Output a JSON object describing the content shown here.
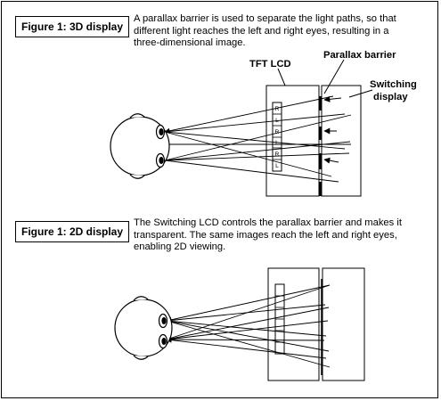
{
  "figure_3d": {
    "title": "Figure 1: 3D display",
    "caption_lines": [
      "A parallax barrier is used to separate the light paths, so that",
      "different light reaches the left and right eyes, resulting in a",
      "three-dimensional image."
    ],
    "label_tft": "TFT LCD",
    "label_barrier": "Parallax barrier",
    "label_switching_1": "Switching",
    "label_switching_2": "display",
    "pixel_labels": [
      "R",
      "L",
      "R",
      "L",
      "R",
      "L"
    ]
  },
  "figure_2d": {
    "title": "Figure 1: 2D display",
    "caption_lines": [
      "The Switching LCD controls the parallax barrier and makes it",
      "transparent. The same images reach the left and right eyes,",
      "enabling 2D viewing."
    ]
  },
  "colors": {
    "line": "#000000",
    "background": "#ffffff"
  }
}
